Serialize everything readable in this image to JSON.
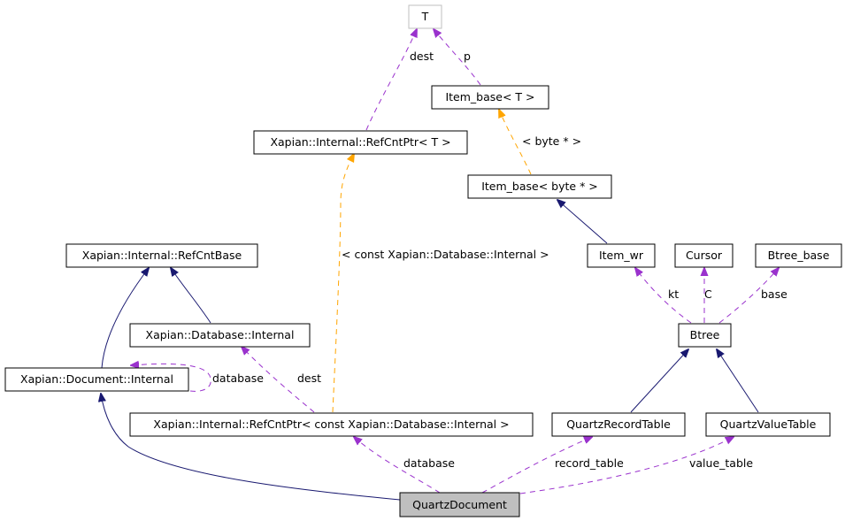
{
  "diagram": {
    "nodes": {
      "t": "T",
      "item_base_t": "Item_base< T >",
      "refcntptr_t": "Xapian::Internal::RefCntPtr< T >",
      "item_base_byte": "Item_base< byte * >",
      "refcntbase": "Xapian::Internal::RefCntBase",
      "item_wr": "Item_wr",
      "cursor": "Cursor",
      "btree_base": "Btree_base",
      "database_internal": "Xapian::Database::Internal",
      "btree": "Btree",
      "document_internal": "Xapian::Document::Internal",
      "refcntptr_db": "Xapian::Internal::RefCntPtr< const Xapian::Database::Internal >",
      "quartz_record_table": "QuartzRecordTable",
      "quartz_value_table": "QuartzValueTable",
      "quartz_document": "QuartzDocument"
    },
    "edge_labels": {
      "dest_t": "dest",
      "p": "p",
      "byte_tmpl": "< byte * >",
      "db_tmpl": "< const Xapian::Database::Internal >",
      "kt": "kt",
      "C": "C",
      "base": "base",
      "database_self": "database",
      "dest_db": "dest",
      "database": "database",
      "record_table": "record_table",
      "value_table": "value_table"
    },
    "legend_colors": {
      "inheritance": "#191970",
      "usage": "#9a32cd",
      "template": "#ffa500",
      "focus_fill": "#bfbfbf"
    }
  }
}
